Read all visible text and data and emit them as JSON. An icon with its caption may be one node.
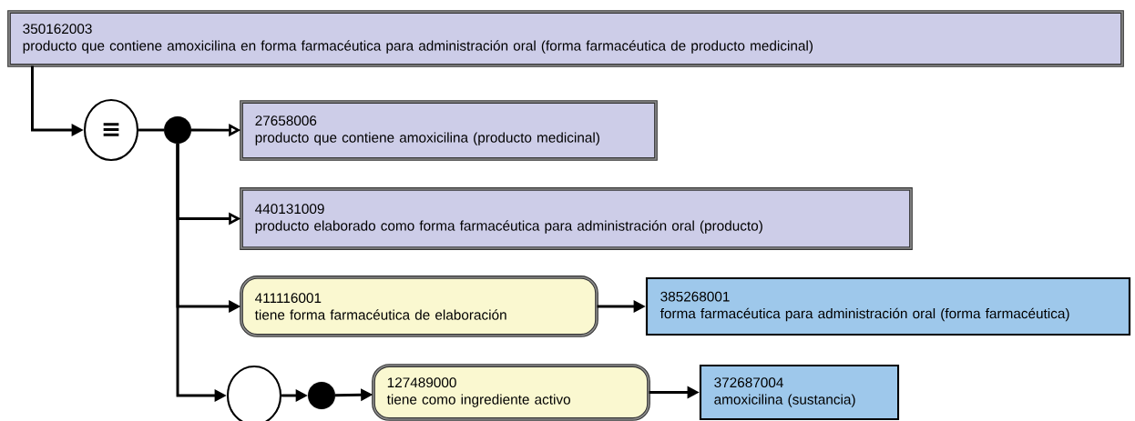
{
  "diagram": {
    "nodes": [
      {
        "text": [
          "350162003",
          "producto que contiene amoxicilina en forma farmacéutica para administración oral (forma farmacéutica de producto medicinal)"
        ]
      },
      {
        "text": [
          "≡"
        ]
      },
      {
        "text": [],
        "shape": "circle"
      },
      {
        "text": [
          "27658006",
          "producto que contiene amoxicilina (producto medicinal)"
        ]
      },
      {
        "text": [
          "440131009",
          "producto elaborado como forma farmacéutica para administración oral (producto)"
        ]
      },
      {
        "text": [
          "411116001",
          "tiene forma farmacéutica de elaboración"
        ]
      },
      {
        "text": [
          "385268001",
          "forma farmacéutica para administración oral (forma farmacéutica)"
        ]
      },
      {
        "text": [],
        "shape": "circle"
      },
      {
        "text": [],
        "shape": "circle"
      },
      {
        "text": [
          "127489000",
          "tiene como ingrediente activo"
        ]
      },
      {
        "text": [
          "372687004",
          "amoxicilina (sustancia)"
        ]
      }
    ],
    "edges": [
      {
        "from": 0,
        "to": 1,
        "arrow": "to"
      },
      {
        "from": 1,
        "to": 2,
        "arrow": "none"
      },
      {
        "from": 2,
        "to": 3,
        "arrow": "to"
      },
      {
        "from": 2,
        "to": 4,
        "arrow": "to"
      },
      {
        "from": 2,
        "to": 5,
        "arrow": "to"
      },
      {
        "from": 5,
        "to": 6,
        "arrow": "to"
      },
      {
        "from": 2,
        "to": 7,
        "arrow": "to"
      },
      {
        "from": 7,
        "to": 8,
        "arrow": "to"
      },
      {
        "from": 8,
        "to": 9,
        "arrow": "to"
      },
      {
        "from": 9,
        "to": 10,
        "arrow": "to"
      }
    ]
  }
}
